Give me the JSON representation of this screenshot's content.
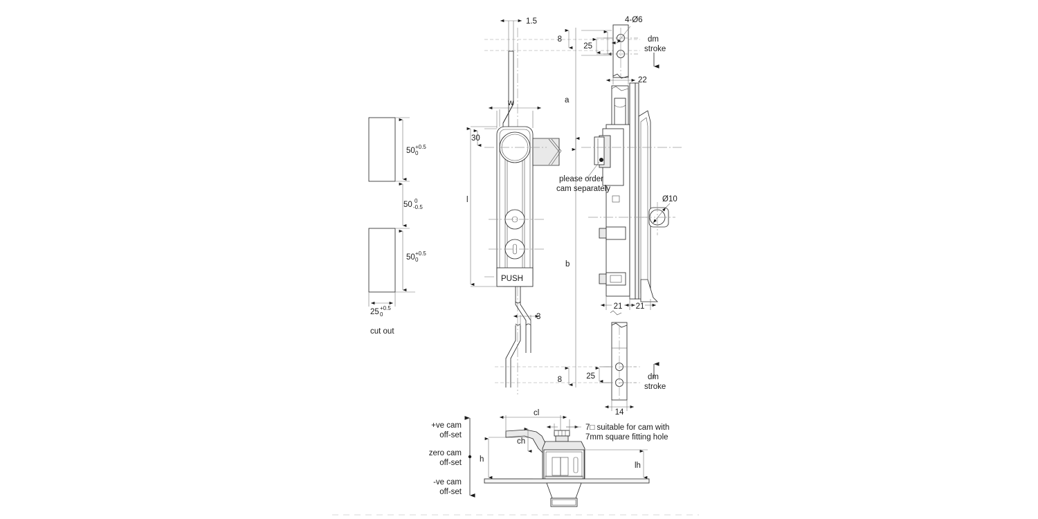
{
  "drawing": {
    "title": "Swing handle lock with rod assembly — dimensioned engineering drawing",
    "background_color": "#ffffff",
    "line_color": "#2b2b2b",
    "center_line_color": "#9a9a9a"
  },
  "cutout_view": {
    "caption": "cut out",
    "dim_top_value": "50",
    "dim_top_tol_upper": "+0.5",
    "dim_top_tol_lower": "0",
    "dim_mid_value": "50",
    "dim_mid_tol_upper": "0",
    "dim_mid_tol_lower": "-0.5",
    "dim_bottom_value": "50",
    "dim_bottom_tol_upper": "+0.5",
    "dim_bottom_tol_lower": "0",
    "dim_width_value": "25",
    "dim_width_tol_upper": "+0.5",
    "dim_width_tol_lower": "0"
  },
  "front_view": {
    "push_label": "PUSH",
    "dim_rod_top_thickness": "1.5",
    "dim_width_symbol": "w",
    "dim_top_offset": "30",
    "dim_length_symbol": "l",
    "dim_rod_bottom_thickness": "3",
    "note_cam": "please order\ncam separately",
    "note_cam_line1": "please order",
    "note_cam_line2": "cam separately"
  },
  "vertical_dims": {
    "dim_a_symbol": "a",
    "dim_b_symbol": "b",
    "dim_top_8": "8",
    "dim_bottom_8": "8"
  },
  "rod_top_view": {
    "dim_holes": "4-Ø6",
    "dim_pitch": "25",
    "dim_width": "22",
    "stroke_label_line1": "dm",
    "stroke_label_line2": "stroke",
    "stroke_direction": "down"
  },
  "rod_bottom_view": {
    "dim_pitch": "25",
    "dim_width": "14",
    "stroke_label_line1": "dm",
    "stroke_label_line2": "stroke",
    "stroke_direction": "up"
  },
  "side_view": {
    "dim_hole": "Ø10",
    "dim_left": "21",
    "dim_right": "21"
  },
  "cam_detail": {
    "offset_pos_line1": "+ve cam",
    "offset_pos_line2": "off-set",
    "offset_zero_line1": "zero cam",
    "offset_zero_line2": "off-set",
    "offset_neg_line1": "-ve cam",
    "offset_neg_line2": "off-set",
    "dim_h": "h",
    "dim_ch": "ch",
    "dim_cl": "cl",
    "dim_lh": "lh",
    "note_line1": "7□ suitable for cam with",
    "note_line2": "7mm square fitting hole"
  }
}
